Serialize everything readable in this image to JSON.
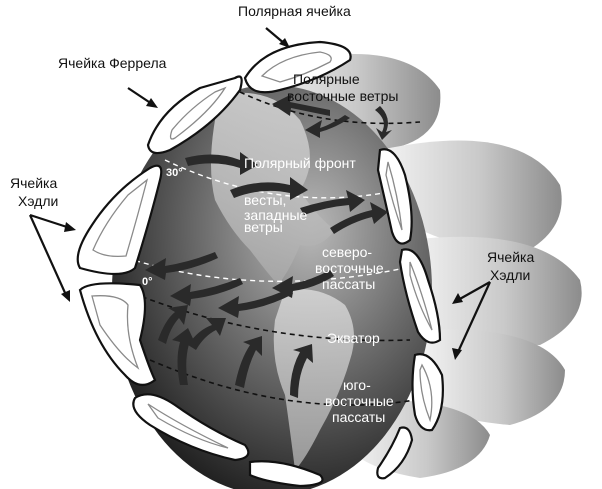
{
  "labels": {
    "polar_cell": "Полярная ячейка",
    "ferrel_cell": "Ячейка Феррела",
    "hadley_left_1": "Ячейка",
    "hadley_left_2": "Хэдли",
    "hadley_right_1": "Ячейка",
    "hadley_right_2": "Хэдли",
    "polar_easterlies_1": "Полярные",
    "polar_easterlies_2": "восточные ветры",
    "polar_front": "Полярный фронт",
    "westerlies_1": "весты,",
    "westerlies_2": "западные",
    "westerlies_3": "ветры",
    "ne_trades_1": "северо-",
    "ne_trades_2": "восточные",
    "ne_trades_3": "пассаты",
    "equator": "Экватор",
    "se_trades_1": "юго-",
    "se_trades_2": "восточные",
    "se_trades_3": "пассаты",
    "lat_30": "30°",
    "lat_0": "0°"
  },
  "colors": {
    "cell_fill": "#ffffff",
    "outline": "#111111",
    "globe_dark": "#1c1c1c",
    "globe_light": "#9a9a9a",
    "wind_arrow": "#2a2a2a"
  }
}
